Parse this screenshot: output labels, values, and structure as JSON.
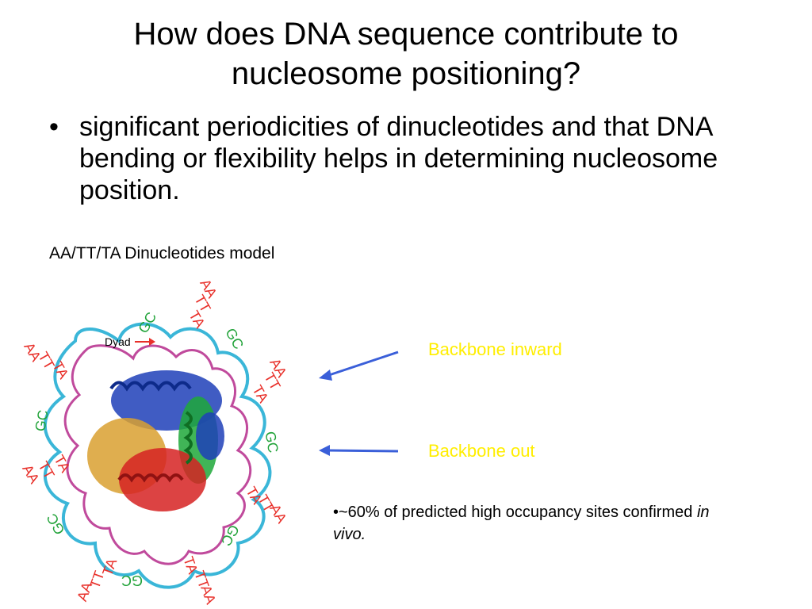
{
  "title": "How does DNA sequence contribute to nucleosome positioning?",
  "bullet": {
    "marker": "•",
    "text": "significant periodicities of dinucleotides and that DNA bending or flexibility helps in determining nucleosome position."
  },
  "model_label": "AA/TT/TA Dinucleotides model",
  "diagram": {
    "dyad_label": "Dyad",
    "labels": {
      "aa": "AA",
      "tt": "TT",
      "ta": "TA",
      "gc": "GC"
    },
    "colors": {
      "at_labels": "#e8302a",
      "gc_labels": "#22a33a",
      "dna_outer": "#3ab6d8",
      "dna_inner": "#c04a9c",
      "histone_blue": "#1f3fb8",
      "histone_green": "#1fa83a",
      "histone_red": "#d62222",
      "histone_gold": "#d9a030"
    }
  },
  "callouts": {
    "inward": "Backbone inward",
    "out": "Backbone out",
    "color": "#ffee00",
    "arrow_color": "#3a5fd9"
  },
  "note": {
    "prefix": "•~60% of predicted high occupancy sites confirmed ",
    "italic": "in vivo."
  }
}
